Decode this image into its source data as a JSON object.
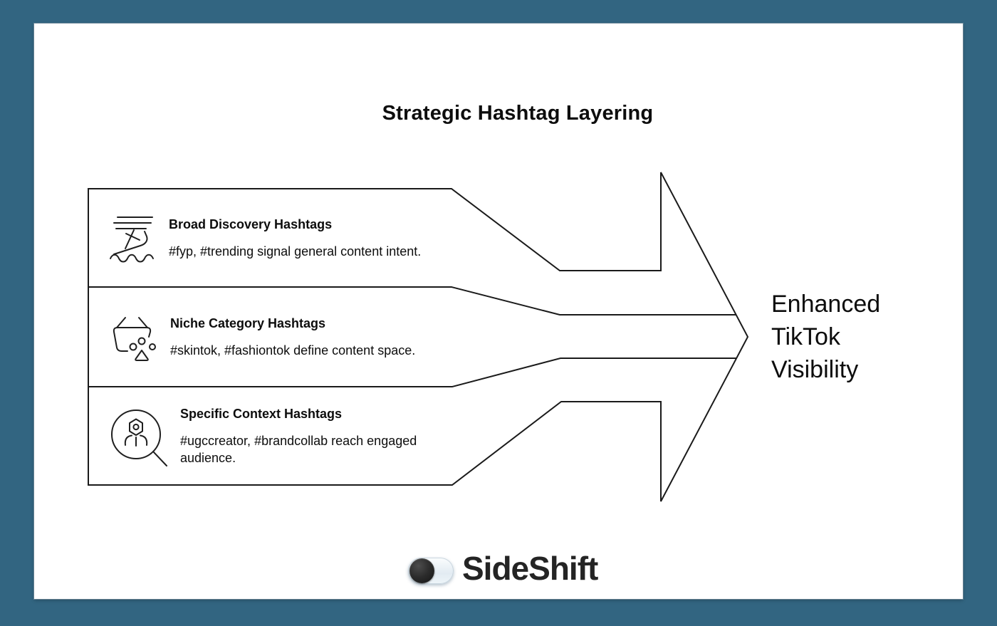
{
  "title": "Strategic Hashtag Layering",
  "layers": [
    {
      "icon": "sinking-ship-icon",
      "title": "Broad Discovery Hashtags",
      "description": "#fyp, #trending signal general content intent."
    },
    {
      "icon": "basket-items-icon",
      "title": "Niche Category Hashtags",
      "description": "#skintok, #fashiontok define content space."
    },
    {
      "icon": "search-user-icon",
      "title": "Specific Context Hashtags",
      "description": "#ugccreator, #brandcollab reach engaged\naudience."
    }
  ],
  "outcome": {
    "label": "Enhanced\nTikTok\nVisibility"
  },
  "footer": {
    "brand": "SideShift",
    "logo": "toggle-switch-icon"
  },
  "colors": {
    "frame": "#326581",
    "panel": "#ffffff",
    "line_ink": "#1a1a1a",
    "text_ink": "#0d0d0d",
    "brand_ink": "#242424"
  }
}
